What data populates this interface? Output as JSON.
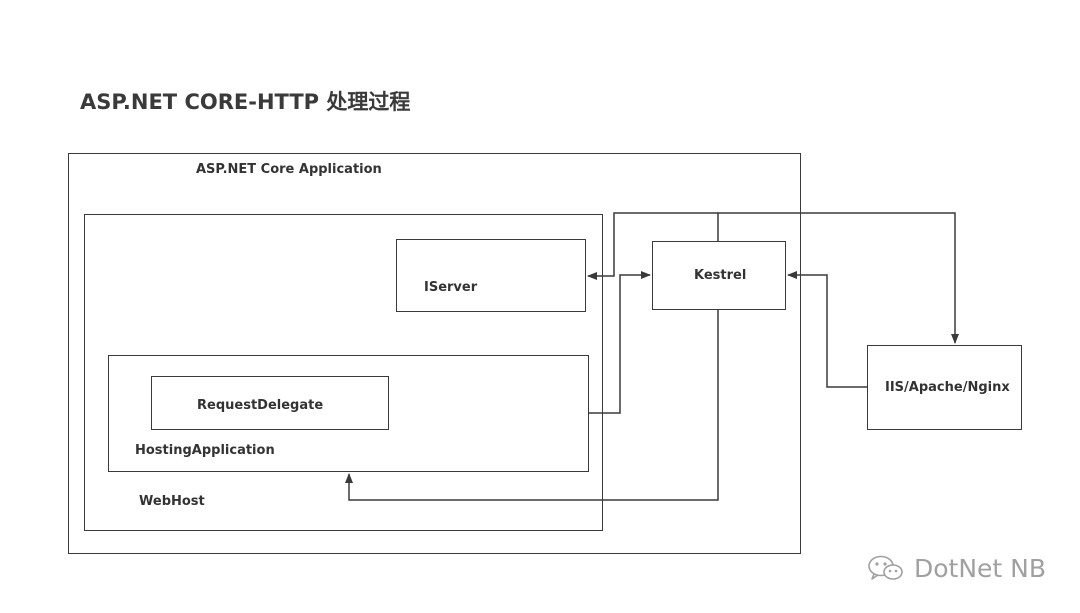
{
  "title": "ASP.NET CORE-HTTP 处理过程",
  "nodes": {
    "app": "ASP.NET Core Application",
    "webhost": "WebHost",
    "iserver": "IServer",
    "hosting_application": "HostingApplication",
    "request_delegate": "RequestDelegate",
    "kestrel": "Kestrel",
    "reverse_proxy": "IIS/Apache/Nginx"
  },
  "edges": [
    {
      "from": "IIS/Apache/Nginx",
      "to": "Kestrel"
    },
    {
      "from": "Kestrel",
      "to": "IIS/Apache/Nginx"
    },
    {
      "from": "Kestrel",
      "to": "IServer"
    },
    {
      "from": "HostingApplication",
      "to": "Kestrel"
    },
    {
      "from": "Kestrel",
      "to": "HostingApplication"
    }
  ],
  "watermark": {
    "text": "DotNet NB",
    "icon": "wechat-icon"
  }
}
